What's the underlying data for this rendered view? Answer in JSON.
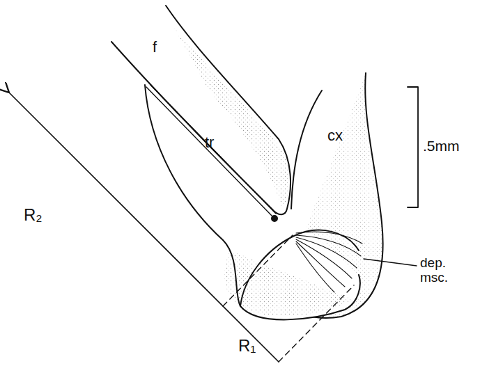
{
  "diagram": {
    "labels": [
      "f",
      "tr",
      "cx",
      ".5mm",
      "dep. msc.",
      "R₂",
      "R₁"
    ]
  }
}
